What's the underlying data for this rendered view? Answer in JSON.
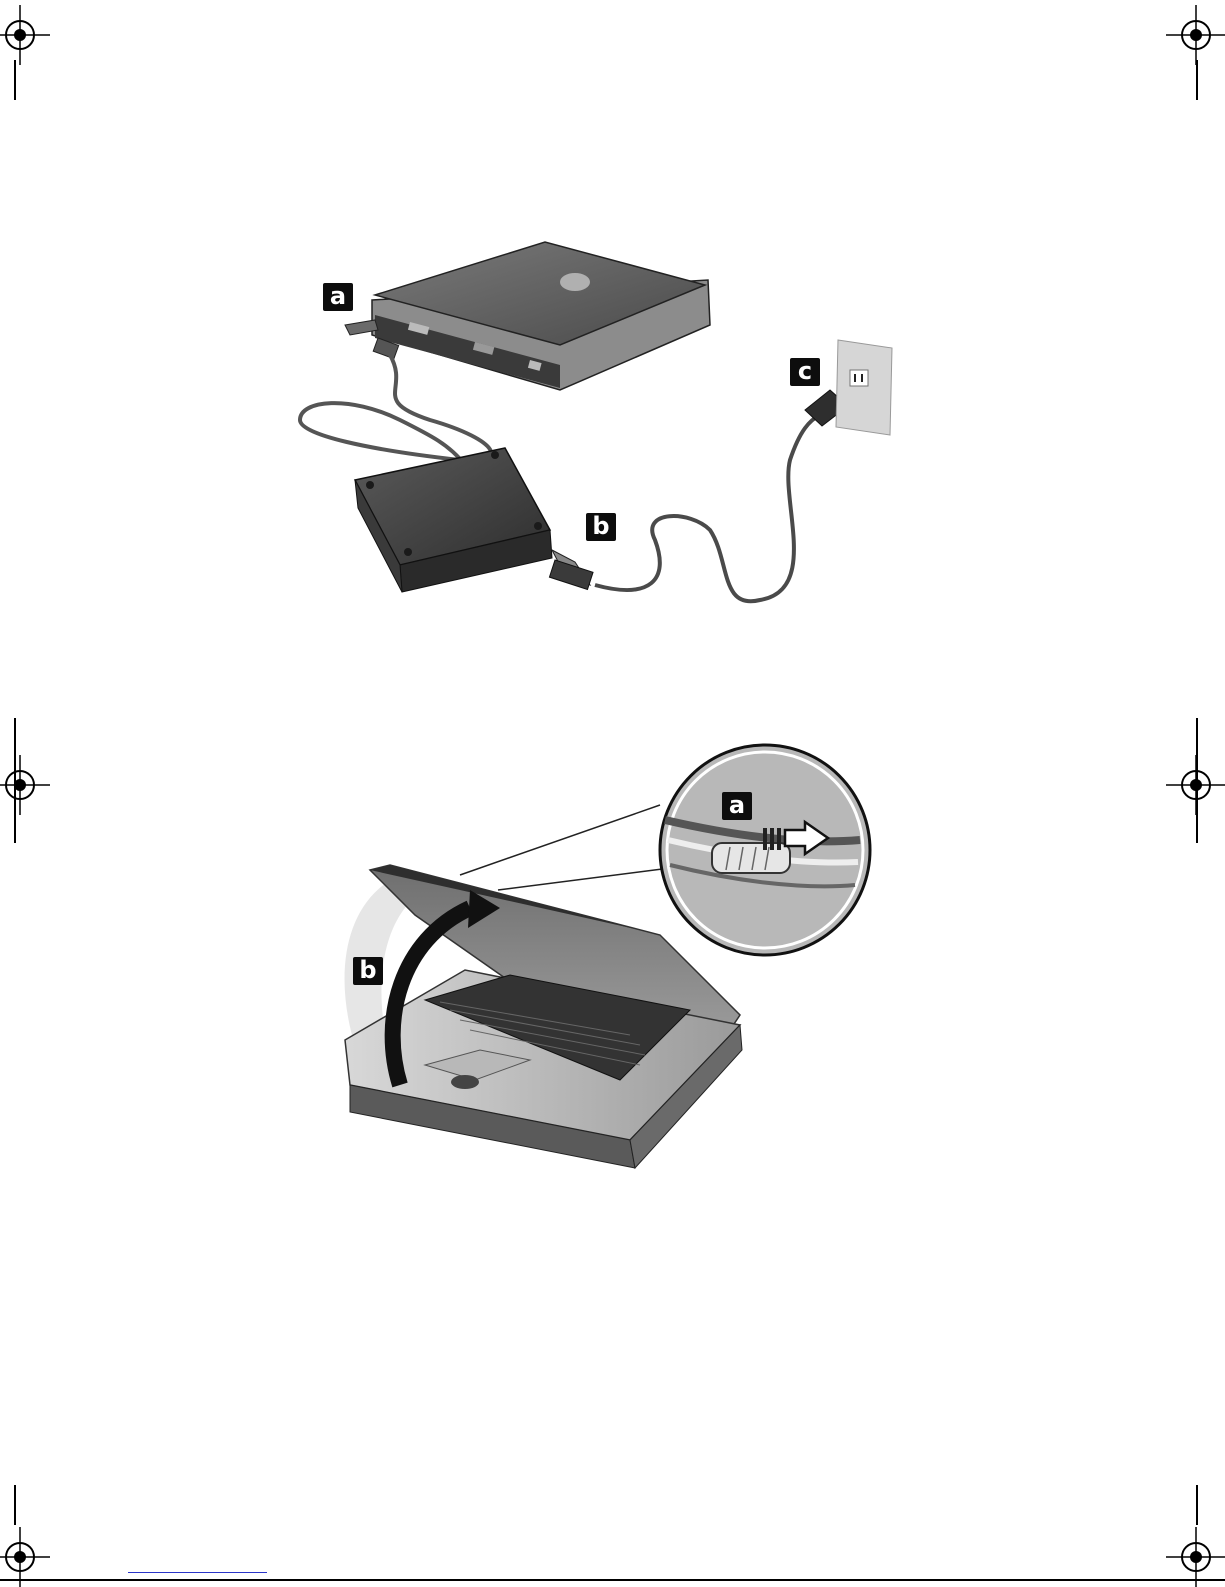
{
  "colors": {
    "ink": "#0d0d0d",
    "paper": "#ffffff",
    "link": "#2a35c8"
  },
  "figure_top": {
    "callouts": {
      "a": "a",
      "b": "b",
      "c": "c"
    }
  },
  "figure_bottom": {
    "callouts": {
      "a": "a",
      "b": "b"
    }
  },
  "icons": {
    "registration": "crosshair-registration-icon",
    "arrow": "right-arrow-icon",
    "curved_arrow": "curved-arrow-icon"
  }
}
